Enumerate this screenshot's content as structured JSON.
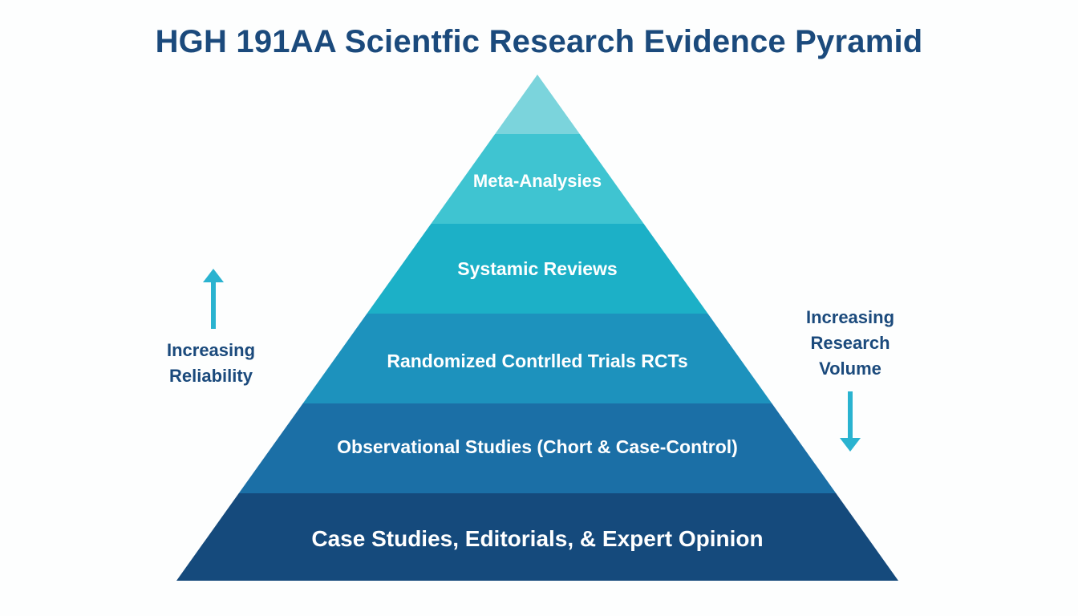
{
  "title": "HGH 191AA Scientfic Research Evidence Pyramid",
  "layers": [
    {
      "label": "",
      "color": "#7bd4dc"
    },
    {
      "label": "Meta-Analysies",
      "color": "#3fc4d1"
    },
    {
      "label": "Systamic Reviews",
      "color": "#1cb0c7"
    },
    {
      "label": "Randomized Contrlled Trials RCTs",
      "color": "#1d92bd"
    },
    {
      "label": "Observational Studies (Chort & Case-Control)",
      "color": "#1b6fa6"
    },
    {
      "label": "Case Studies, Editorials, & Expert Opinion",
      "color": "#154a7c"
    }
  ],
  "left_annotation": {
    "line1": "Increasing",
    "line2": "Reliability",
    "arrow": "arrow-up-icon"
  },
  "right_annotation": {
    "line1": "Increasing",
    "line2": "Research",
    "line3": "Volume",
    "arrow": "arrow-down-icon"
  },
  "arrow_color": "#2ab3d0"
}
